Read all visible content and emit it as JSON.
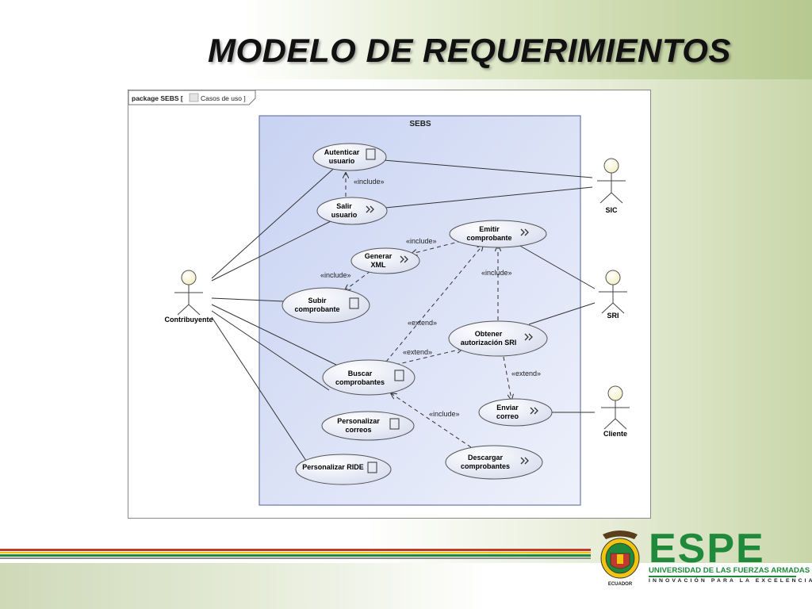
{
  "slide": {
    "title": "MODELO DE REQUERIMIENTOS"
  },
  "diagram": {
    "frame_label": "package SEBS [",
    "frame_label_suffix": "Casos de uso ]",
    "system_name": "SEBS",
    "actors": [
      {
        "id": "contribuyente",
        "name": "Contribuyente"
      },
      {
        "id": "sic",
        "name": "SIC"
      },
      {
        "id": "sri",
        "name": "SRI"
      },
      {
        "id": "cliente",
        "name": "Cliente"
      }
    ],
    "use_cases": [
      {
        "id": "autenticar",
        "lines": [
          "Autenticar",
          "usuario"
        ],
        "icon": "gear-icon"
      },
      {
        "id": "salir",
        "lines": [
          "Salir",
          "usuario"
        ],
        "icon": "chevron-icon"
      },
      {
        "id": "emitir",
        "lines": [
          "Emitir",
          "comprobante"
        ],
        "icon": "chevron-icon"
      },
      {
        "id": "generar",
        "lines": [
          "Generar",
          "XML"
        ],
        "icon": "chevron-icon"
      },
      {
        "id": "subir",
        "lines": [
          "Subir",
          "comprobante"
        ],
        "icon": "gear-icon"
      },
      {
        "id": "obtener",
        "lines": [
          "Obtener",
          "autorización SRI"
        ],
        "icon": "chevron-icon"
      },
      {
        "id": "buscar",
        "lines": [
          "Buscar",
          "comprobantes"
        ],
        "icon": "gear-icon"
      },
      {
        "id": "enviar",
        "lines": [
          "Enviar",
          "correo"
        ],
        "icon": "chevron-icon"
      },
      {
        "id": "personalizar-correos",
        "lines": [
          "Personalizar",
          "correos"
        ],
        "icon": "gear-icon"
      },
      {
        "id": "descargar",
        "lines": [
          "Descargar",
          "comprobantes"
        ],
        "icon": "chevron-icon"
      },
      {
        "id": "personalizar-ride",
        "lines": [
          "Personalizar RIDE"
        ],
        "icon": "gear-icon"
      }
    ],
    "relationships": [
      {
        "id": "rel-salir-autenticar",
        "stereotype": "«include»"
      },
      {
        "id": "rel-emitir-generar",
        "stereotype": "«include»"
      },
      {
        "id": "rel-generar-subir",
        "stereotype": "«include»"
      },
      {
        "id": "rel-obtener-emitir",
        "stereotype": "«include»"
      },
      {
        "id": "rel-buscar-emitir",
        "stereotype": "«extend»"
      },
      {
        "id": "rel-buscar-obtener",
        "stereotype": "«extend»"
      },
      {
        "id": "rel-obtener-enviar",
        "stereotype": "«extend»"
      },
      {
        "id": "rel-descargar-buscar",
        "stereotype": "«include»"
      }
    ]
  },
  "branding": {
    "logo_text": "ESPE",
    "university": "UNIVERSIDAD DE LAS FUERZAS ARMADAS",
    "motto": "INNOVACIÓN PARA LA EXCELENCIA",
    "seal_text": "ECUADOR",
    "green": "#1f8a3c",
    "red": "#c0392b",
    "yellow": "#f1c40f"
  }
}
